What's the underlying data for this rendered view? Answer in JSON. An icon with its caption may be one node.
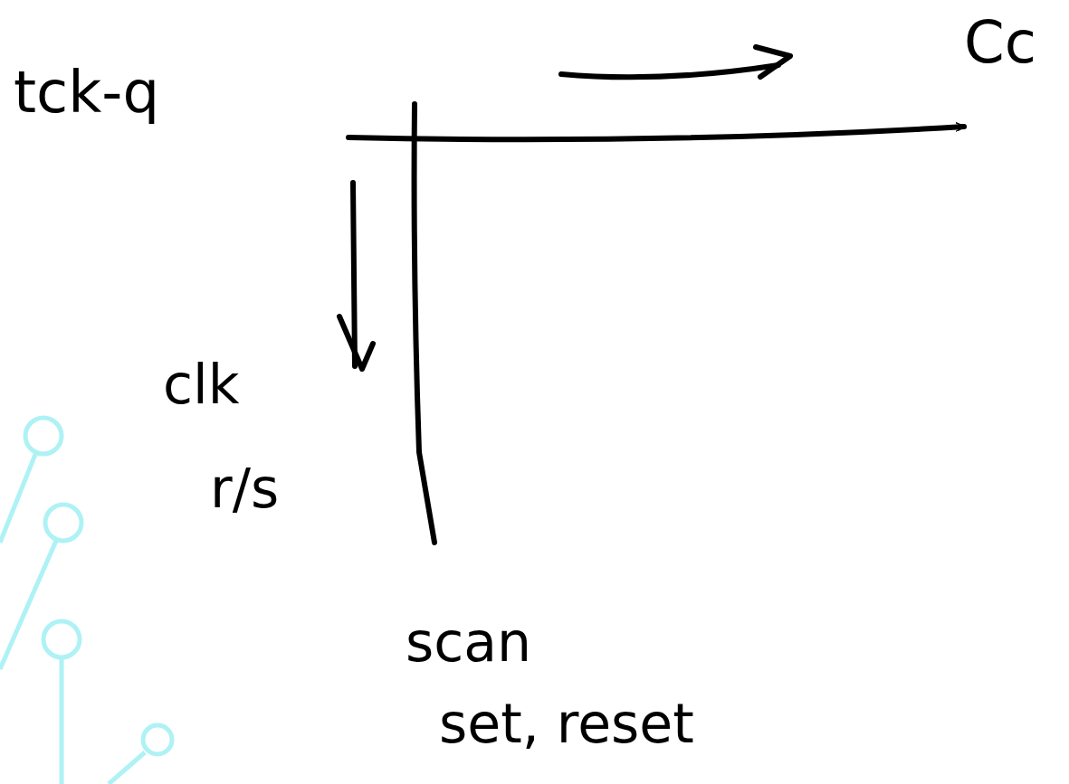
{
  "diagram": {
    "nodes": [
      {
        "text": [
          "tck-q"
        ]
      },
      {
        "text": [
          "Cc"
        ]
      }
    ],
    "edges": [
      {
        "from": null,
        "to": 1,
        "arrow": "to"
      }
    ],
    "labels": [
      "clk",
      "r/s",
      "scan",
      "set, reset"
    ]
  }
}
